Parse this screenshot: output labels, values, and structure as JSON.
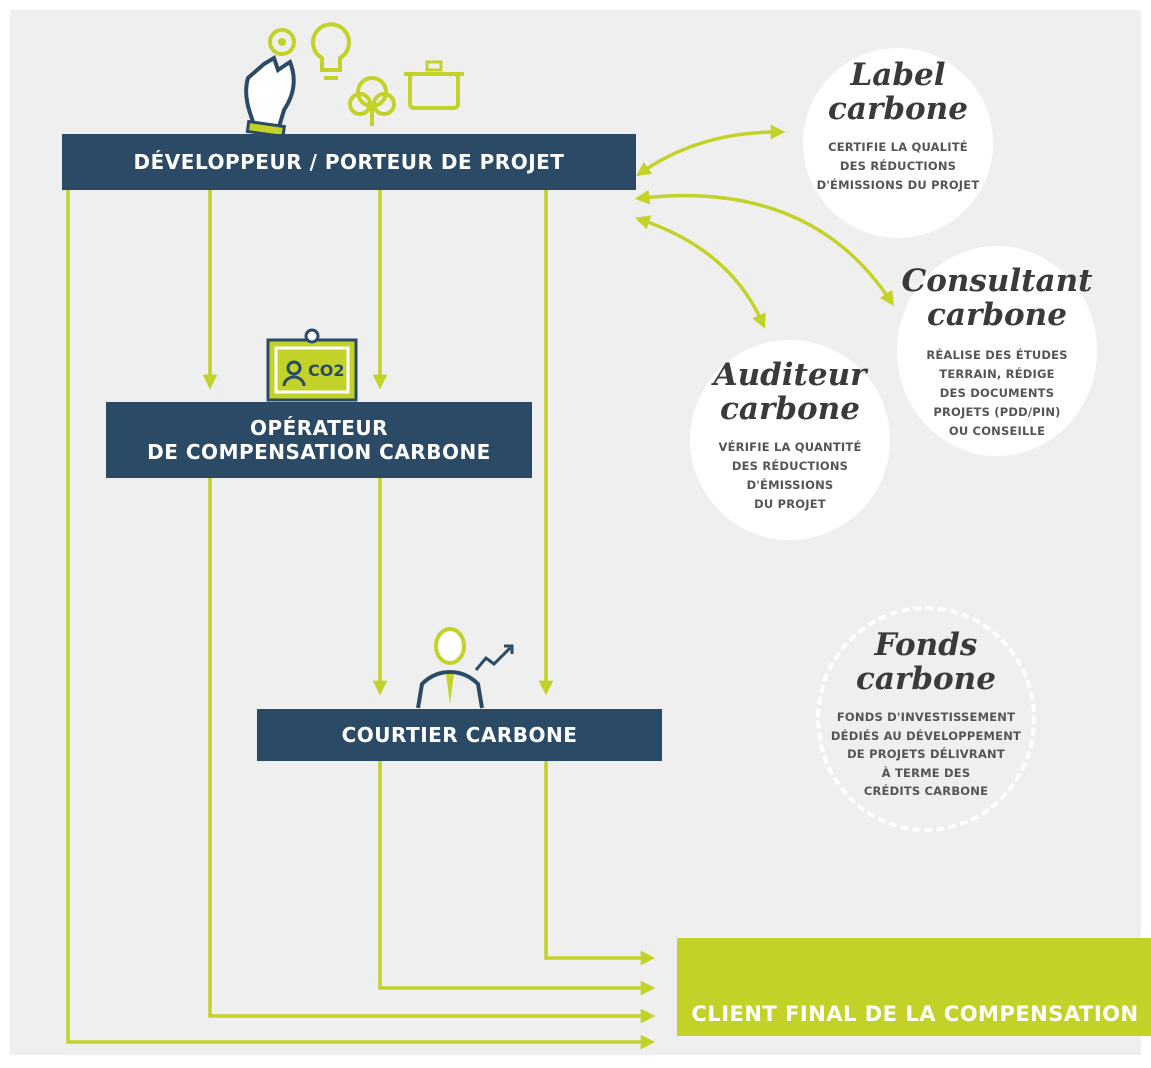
{
  "boxes": {
    "developer": "DÉVELOPPEUR / PORTEUR DE PROJET",
    "operator_line1": "OPÉRATEUR",
    "operator_line2": "DE COMPENSATION CARBONE",
    "broker": "COURTIER CARBONE",
    "client": "CLIENT FINAL DE LA COMPENSATION"
  },
  "circles": {
    "label": {
      "title_line1": "Label",
      "title_line2": "carbone",
      "desc": [
        "CERTIFIE LA QUALITÉ",
        "DES RÉDUCTIONS",
        "D'ÉMISSIONS DU PROJET"
      ]
    },
    "consultant": {
      "title_line1": "Consultant",
      "title_line2": "carbone",
      "desc": [
        "RÉALISE DES ÉTUDES",
        "TERRAIN, RÉDIGE",
        "DES DOCUMENTS",
        "PROJETS (PDD/PIN)",
        "OU CONSEILLE"
      ]
    },
    "auditor": {
      "title_line1": "Auditeur",
      "title_line2": "carbone",
      "desc": [
        "VÉRIFIE LA QUANTITÉ",
        "DES RÉDUCTIONS",
        "D'ÉMISSIONS",
        "DU PROJET"
      ]
    },
    "fund": {
      "title_line1": "Fonds",
      "title_line2": "carbone",
      "desc": [
        "FONDS D'INVESTISSEMENT",
        "DÉDIÉS AU DÉVELOPPEMENT",
        "DE PROJETS DÉLIVRANT",
        "À TERME DES",
        "CRÉDITS CARBONE"
      ]
    }
  },
  "badge_text": "CO2",
  "colors": {
    "navy": "#2b4a66",
    "lime": "#c2d228",
    "background": "#efefef",
    "circle": "#ffffff"
  },
  "icons": {
    "developer": [
      "hand-gear-icon",
      "lightbulb-icon",
      "tree-icon",
      "pot-icon"
    ],
    "operator": "co2-badge-icon",
    "broker": "businessman-chart-icon",
    "client": [
      "factory-icon",
      "person-icon",
      "map-icon",
      "buildings-icon"
    ]
  }
}
